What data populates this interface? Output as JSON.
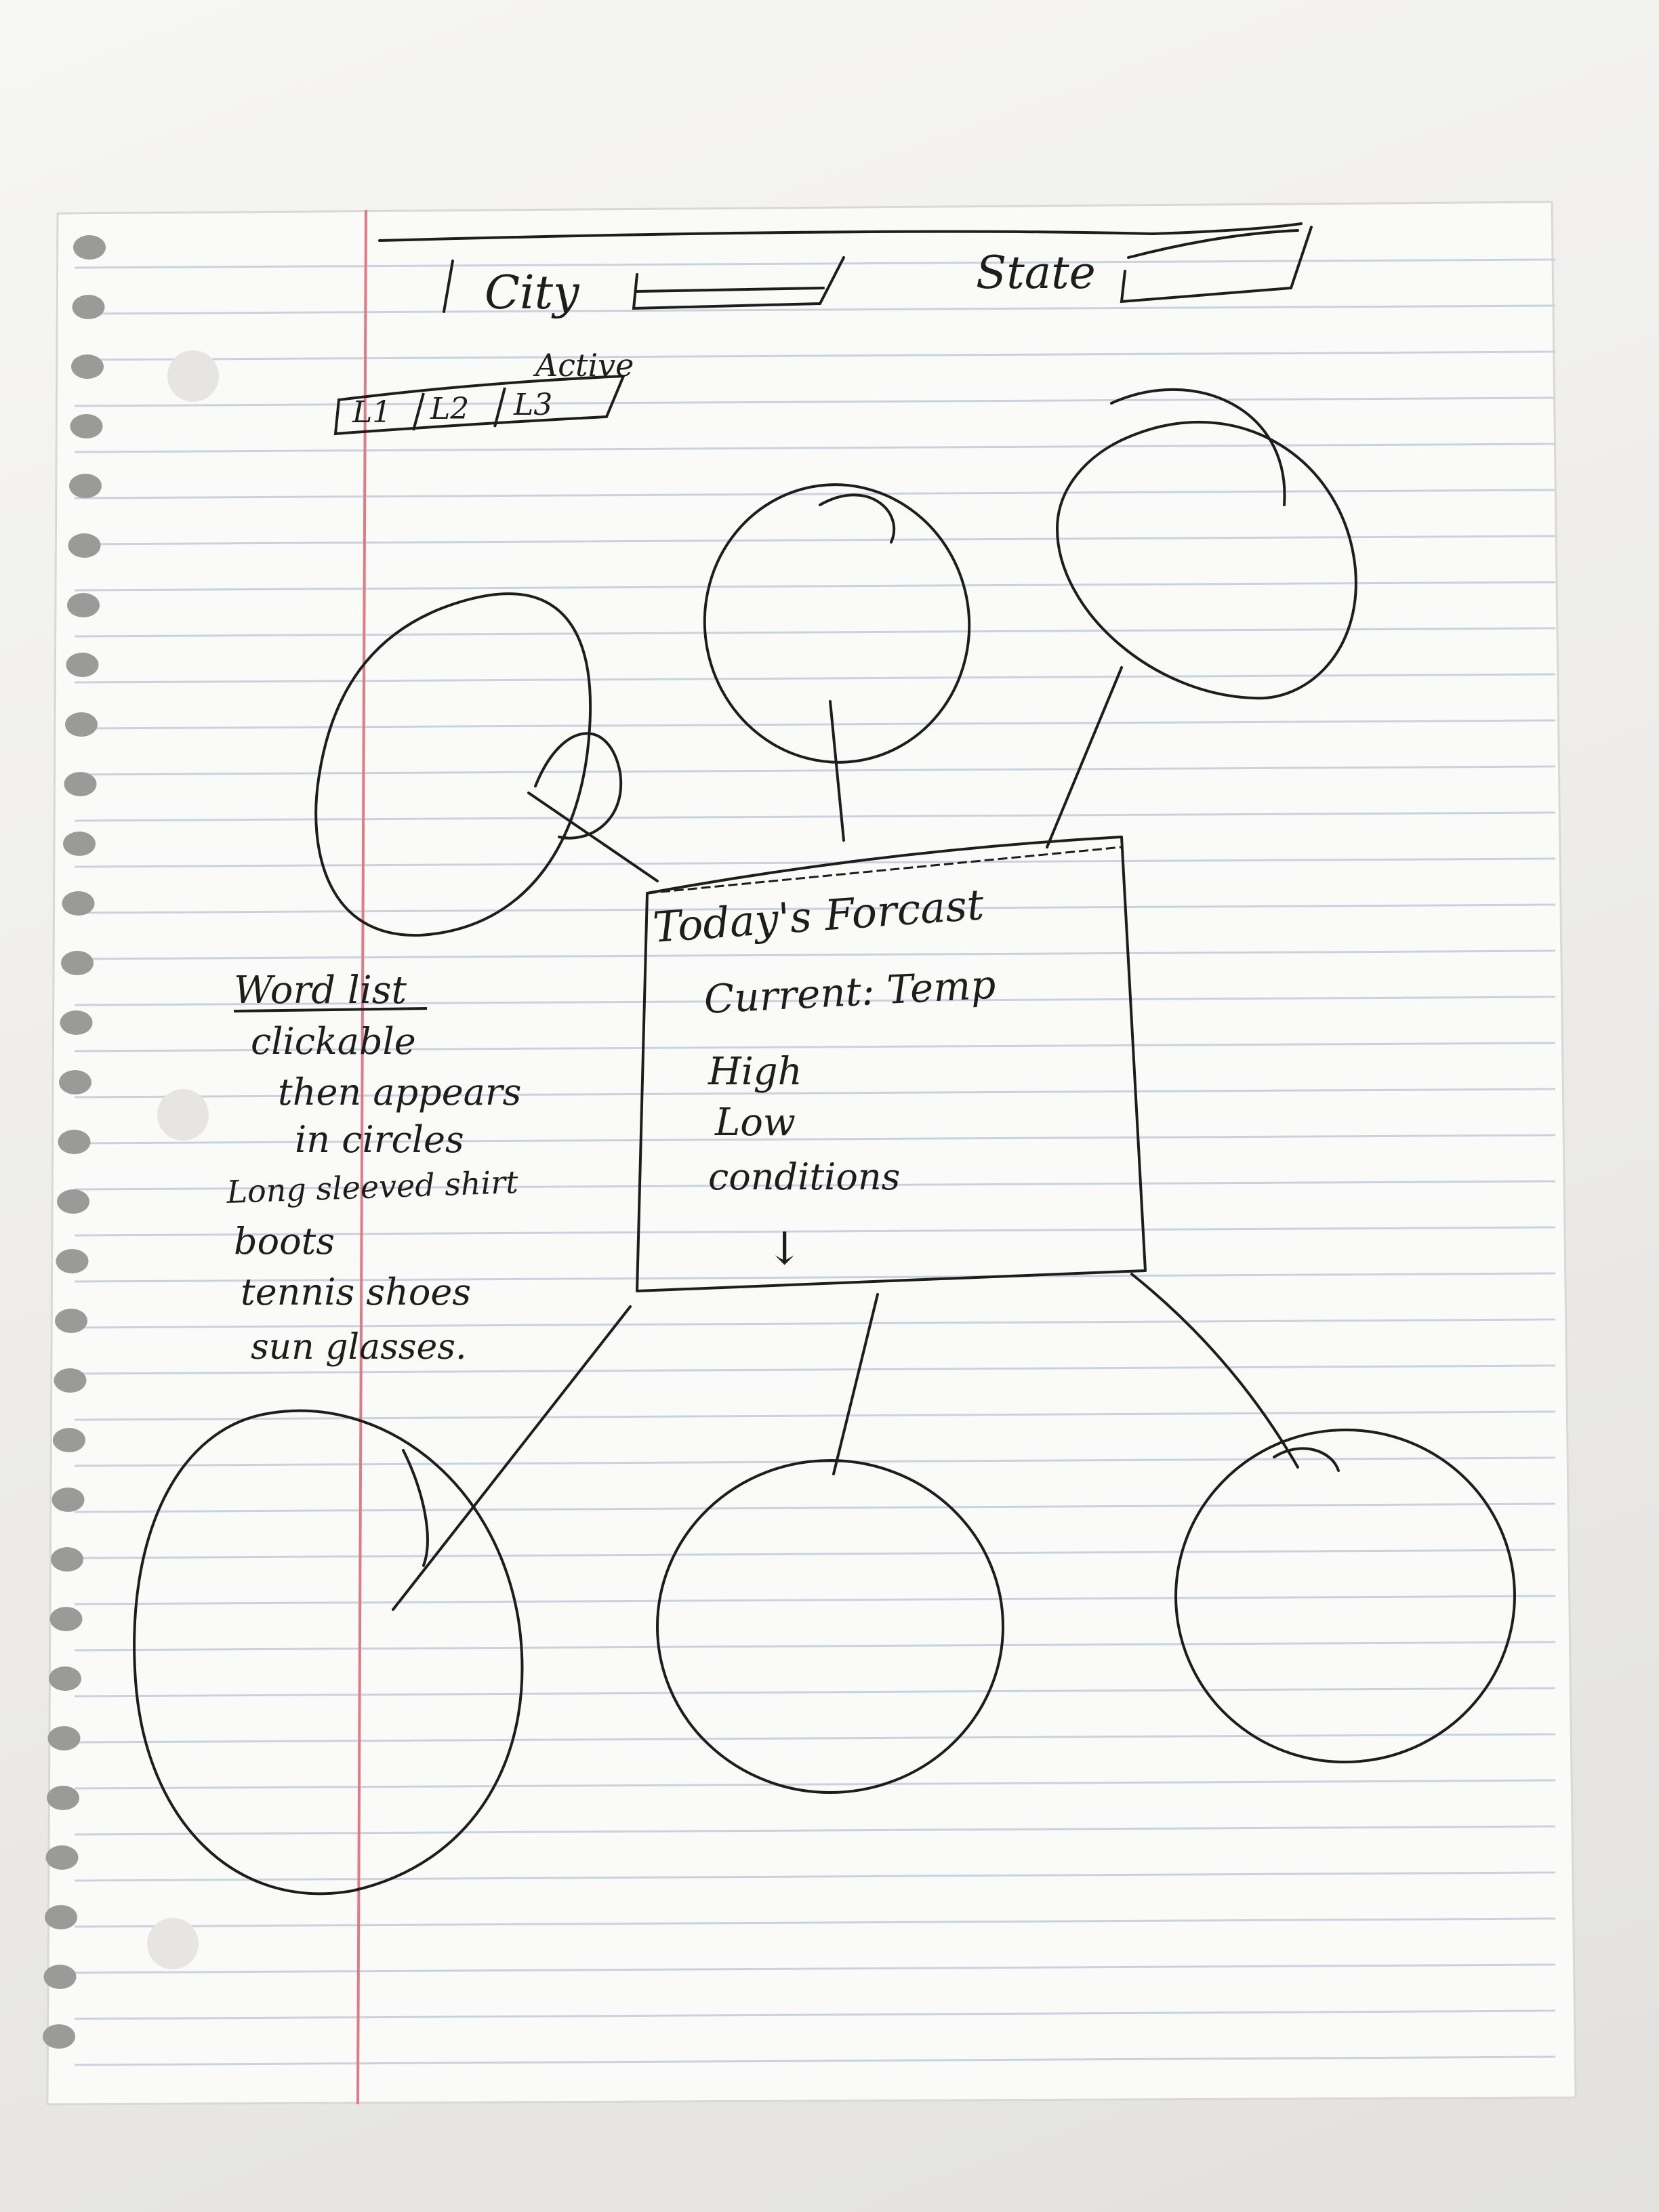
{
  "header": {
    "city_label": "City",
    "state_label": "State"
  },
  "level_tabs": {
    "active_label": "Active",
    "items": [
      "L1",
      "L2",
      "L3"
    ]
  },
  "forecast": {
    "title": "Today's Forcast",
    "lines": [
      "Current: Temp",
      "High",
      "Low",
      "conditions"
    ],
    "arrow": "↓"
  },
  "word_list": {
    "title": "Word list",
    "items": [
      "clickable",
      "then appears",
      "in circles",
      "Long sleeved shirt",
      "boots",
      "tennis shoes",
      "sun glasses."
    ]
  },
  "colors": {
    "background": "#ecebe8",
    "paper": "#fafaf8",
    "rule_line": "#c9d3de",
    "margin_line": "#e27a86",
    "ink": "#1d1d1d",
    "hole": "#e6e5e2"
  },
  "icons": {
    "down_arrow": "down-arrow-icon"
  }
}
